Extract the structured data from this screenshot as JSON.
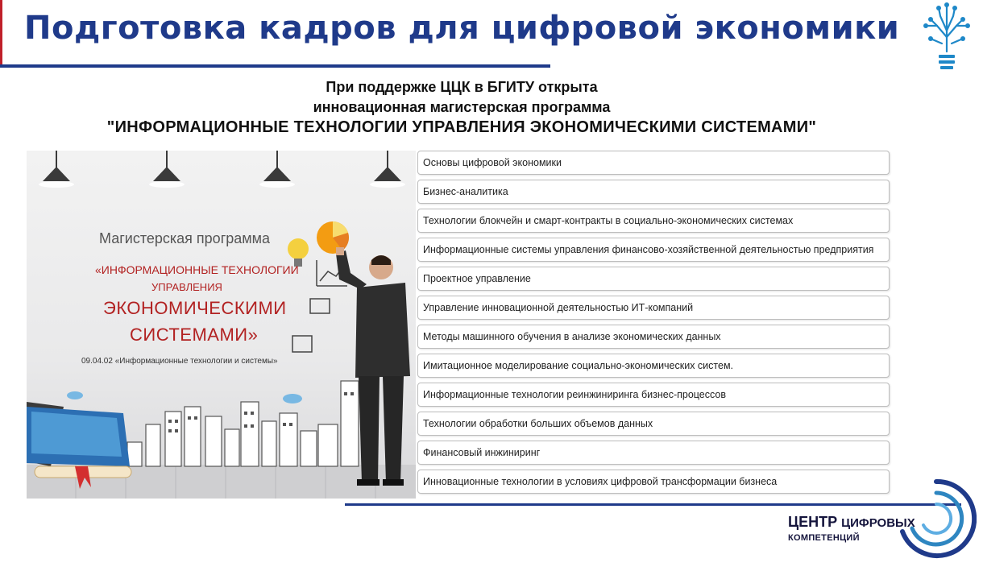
{
  "header": {
    "title": "Подготовка кадров для цифровой экономики"
  },
  "intro": {
    "line1": "При поддержке ЦЦК в БГИТУ открыта",
    "line2": "инновационная магистерская программа",
    "line3": "\"ИНФОРМАЦИОННЫЕ  ТЕХНОЛОГИИ  УПРАВЛЕНИЯ  ЭКОНОМИЧЕСКИМИ  СИСТЕМАМИ\""
  },
  "promo": {
    "heading": "Магистерская программа",
    "program_line1": "«ИНФОРМАЦИОННЫЕ ТЕХНОЛОГИИ",
    "program_line2": "УПРАВЛЕНИЯ",
    "program_line3": "ЭКОНОМИЧЕСКИМИ",
    "program_line4": "СИСТЕМАМИ»",
    "code": "09.04.02 «Информационные технологии и системы»"
  },
  "courses": [
    "Основы цифровой экономики",
    "Бизнес-аналитика",
    "Технологии блокчейн и смарт-контракты в социально-экономических системах",
    "Информационные системы управления финансово-хозяйственной деятельностью предприятия",
    "Проектное управление",
    "Управление инновационной деятельностью ИТ-компаний",
    "Методы машинного обучения в анализе экономических данных",
    "Имитационное моделирование социально-экономических систем.",
    "Информационные технологии реинжиниринга бизнес-процессов",
    "Технологии обработки больших объемов данных",
    "Финансовый инжиниринг",
    "Инновационные технологии в условиях цифровой трансформации бизнеса"
  ],
  "footer": {
    "center_word": "ЦЕНТР",
    "digital_word": "ЦИФРОВЫХ",
    "competencies_word": "КОМПЕТЕНЦИЙ"
  },
  "colors": {
    "brand_blue": "#1f3a8a",
    "accent_red": "#b22222",
    "logo_blue": "#1e88c8"
  }
}
